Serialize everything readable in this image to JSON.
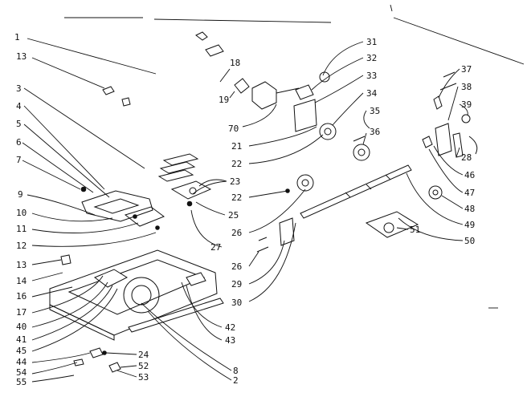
{
  "diagram": {
    "ink_color": "#111111",
    "background_color": "#ffffff",
    "callouts": {
      "n1": "1",
      "n13a": "13",
      "n3": "3",
      "n4": "4",
      "n5": "5",
      "n6": "6",
      "n7": "7",
      "n9": "9",
      "n10": "10",
      "n11": "11",
      "n12": "12",
      "n13b": "13",
      "n14": "14",
      "n16": "16",
      "n17": "17",
      "n40": "40",
      "n41": "41",
      "n45": "45",
      "n44": "44",
      "n54": "54",
      "n55": "55",
      "n18": "18",
      "n19": "19",
      "n70": "70",
      "n21": "21",
      "n22a": "22",
      "n23": "23",
      "n22b": "22",
      "n25": "25",
      "n26a": "26",
      "n27": "27",
      "n26b": "26",
      "n29": "29",
      "n30": "30",
      "n42": "42",
      "n43": "43",
      "n24": "24",
      "n52": "52",
      "n53": "53",
      "n8": "8",
      "n2": "2",
      "n31": "31",
      "n32": "32",
      "n33": "33",
      "n34": "34",
      "n35": "35",
      "n36": "36",
      "n37": "37",
      "n38": "38",
      "n39": "39",
      "n28": "28",
      "n46": "46",
      "n47": "47",
      "n48": "48",
      "n49": "49",
      "n50": "50",
      "n51": "51"
    }
  }
}
